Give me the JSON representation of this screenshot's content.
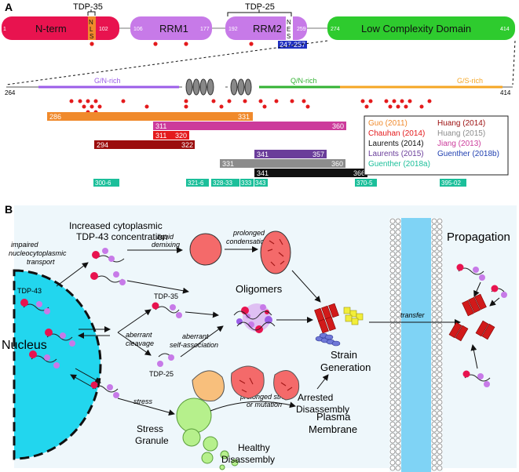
{
  "panel_a": {
    "label": "A",
    "tdp35": "TDP-35",
    "tdp25": "TDP-25",
    "domains": {
      "nterm": "N-term",
      "nterm_start": "1",
      "nterm_end": "102",
      "nls": "NLS",
      "rrm1": "RRM1",
      "rrm1_start": "106",
      "rrm1_end": "177",
      "rrm2": "RRM2",
      "rrm2_start": "192",
      "rrm2_end": "259",
      "nes": "NES",
      "nes_range": "247-257",
      "lcd": "Low Complexity Domain",
      "lcd_start": "274",
      "lcd_end": "414"
    },
    "zoom": {
      "start": "264",
      "end": "414",
      "gn": "G/N-rich",
      "qn": "Q/N-rich",
      "gs": "G/S-rich"
    },
    "fragments": [
      {
        "start": "286",
        "end": "331",
        "color": "#f08a2c",
        "text_color": "#ffffff"
      },
      {
        "start": "311",
        "end": "360",
        "color": "#cc3b9b",
        "text_color": "#ffffff"
      },
      {
        "start": "311",
        "end": "320",
        "color": "#e41a1c",
        "text_color": "#ffffff"
      },
      {
        "start": "294",
        "end": "322",
        "color": "#9b0d0d",
        "text_color": "#ffffff"
      },
      {
        "start": "341",
        "end": "357",
        "color": "#6a3d9a",
        "text_color": "#ffffff"
      },
      {
        "start": "331",
        "end": "360",
        "color": "#8c8c8c",
        "text_color": "#ffffff"
      },
      {
        "start": "341",
        "end": "366",
        "color": "#111111",
        "text_color": "#ffffff"
      }
    ],
    "guenther_segments": [
      "300-6",
      "321-6",
      "328-33",
      "333",
      "343",
      "370-5",
      "395-02"
    ],
    "legend": [
      {
        "text": "Guo (2011)",
        "color": "#f08a2c"
      },
      {
        "text": "Huang (2014)",
        "color": "#9b0d0d"
      },
      {
        "text": "Chauhan (2014)",
        "color": "#e41a1c"
      },
      {
        "text": "Huang (2015)",
        "color": "#8c8c8c"
      },
      {
        "text": "Laurents (2014)",
        "color": "#111111"
      },
      {
        "text": "Jiang (2013)",
        "color": "#cc3b9b"
      },
      {
        "text": "Laurents (2015)",
        "color": "#6a3d9a"
      },
      {
        "text": "Guenther (2018b)",
        "color": "#1f3fb0"
      },
      {
        "text": "Guenther (2018a)",
        "color": "#1bbf9a"
      }
    ]
  },
  "panel_b": {
    "label": "B",
    "increased": "Increased cytoplasmic",
    "increased2": "TDP-43 concentration",
    "liquid": "liquid",
    "demixing": "demixing",
    "prolonged": "prolonged",
    "condensation": "condensation",
    "impaired1": "impaired",
    "impaired2": "nucleocytoplasmic",
    "impaired3": "transport",
    "tdp43": "TDP-43",
    "tdp35": "TDP-35",
    "tdp25": "TDP-25",
    "oligomers": "Oligomers",
    "aberrant_cleavage1": "aberrant",
    "aberrant_cleavage2": "cleavage",
    "aberrant_self1": "aberrant",
    "aberrant_self2": "self-association",
    "nucleus": "Nucleus",
    "strain": "Strain",
    "generation": "Generation",
    "transfer": "transfer",
    "propagation": "Propagation",
    "arrested": "Arrested",
    "disassembly": "Disassembly",
    "stress": "stress",
    "stress_granule1": "Stress",
    "stress_granule2": "Granule",
    "prolonged_stress1": "prolonged stress",
    "prolonged_stress2": "or mutation",
    "plasma": "Plasma",
    "membrane": "Membrane",
    "healthy": "Healthy",
    "healthy2": "Disassembly"
  }
}
